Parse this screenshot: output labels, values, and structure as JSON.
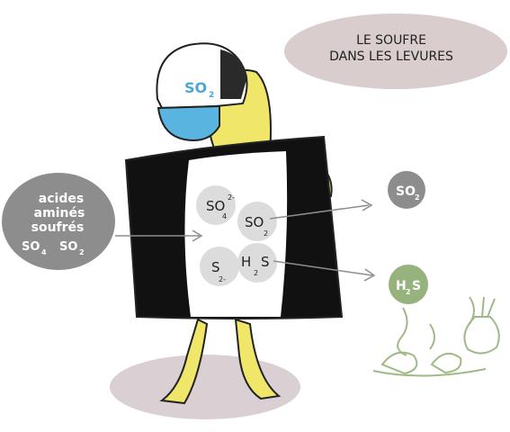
{
  "title": {
    "line1": "LE SOUFRE",
    "line2": "DANS LES LEVURES"
  },
  "cap_label": {
    "main": "SO",
    "sub": "2"
  },
  "input": {
    "line1": "acides",
    "line2": "aminés",
    "line3": "soufrés",
    "so4_main": "SO",
    "so4_sub": "4",
    "so2_main": "SO",
    "so2_sub": "2"
  },
  "molecules": {
    "sulfate": {
      "main": "SO",
      "sub": "4",
      "sup": "2-"
    },
    "sulfite": {
      "main": "SO",
      "sub": "2"
    },
    "sulfide": {
      "main": "S",
      "sup": "2-"
    },
    "hydrogen_sulfide": {
      "main": "H",
      "sub": "2",
      "end": "S"
    }
  },
  "outputs": {
    "so2": {
      "main": "SO",
      "sub": "2"
    },
    "h2s": {
      "main": "H",
      "sub": "2",
      "end": "S"
    }
  },
  "colors": {
    "bubble_pink": "#d9cdcd",
    "ground_pink": "#dacfd2",
    "grey_disc": "#8d8d8d",
    "green_disc": "#96b27d",
    "green_line": "#9fba86",
    "yellow_body": "#f0e66a",
    "mask_blue": "#5ab4e0",
    "screen_black": "#111111"
  }
}
